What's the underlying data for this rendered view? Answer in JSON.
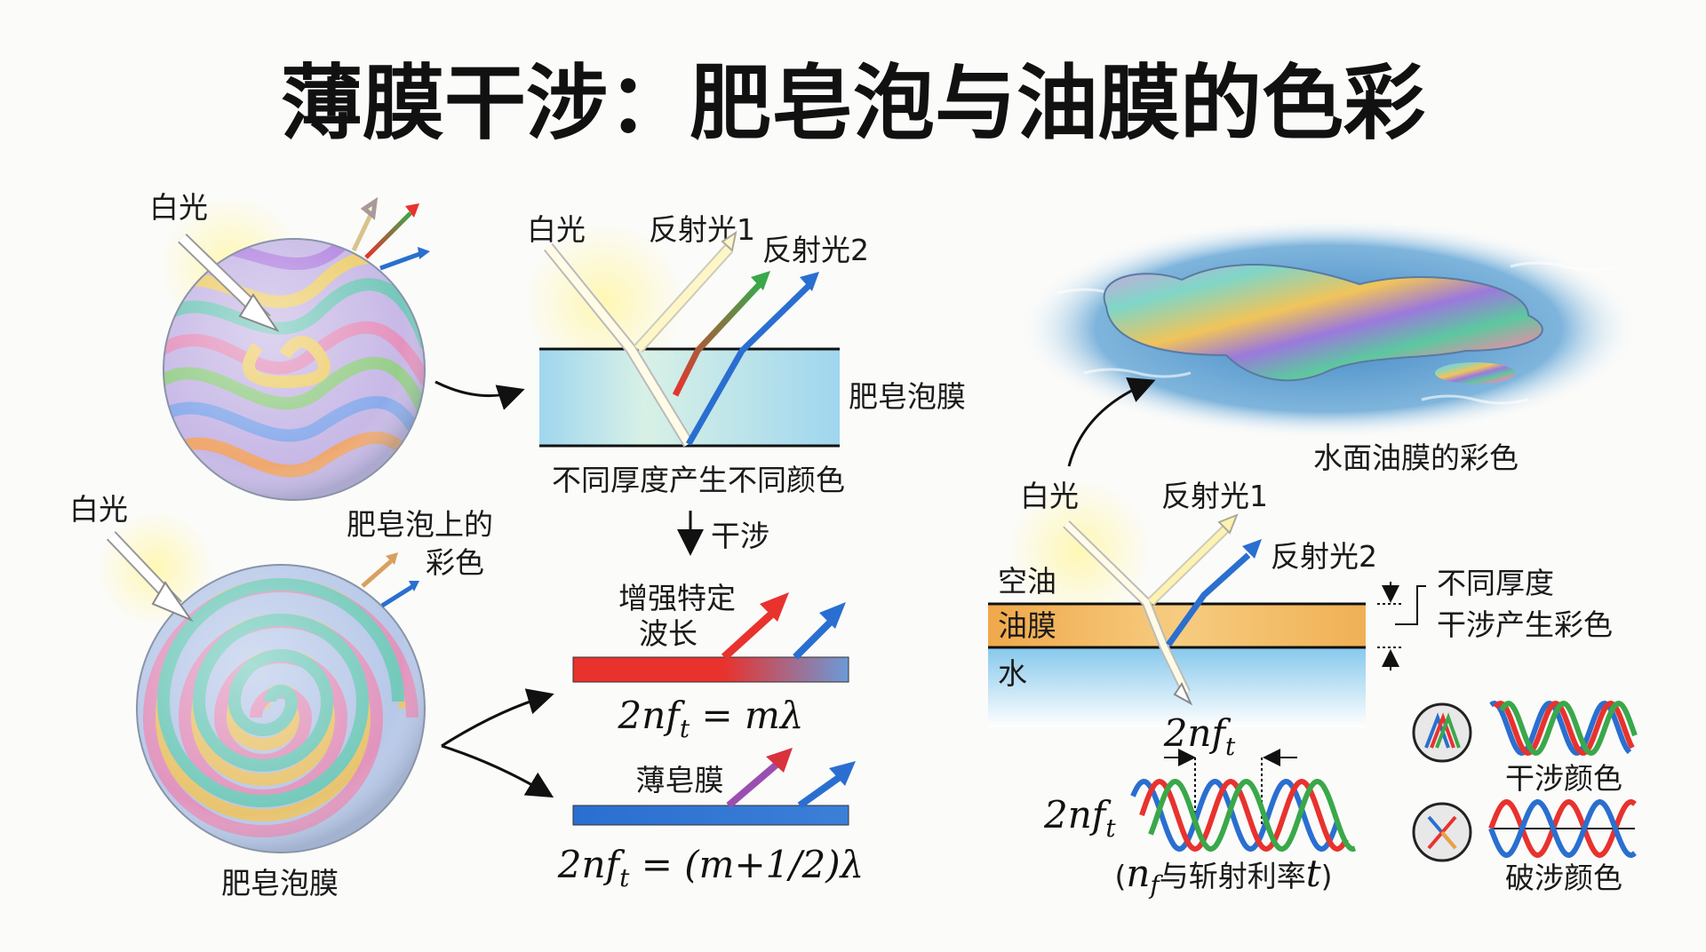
{
  "title": "薄膜干涉：肥皂泡与油膜的色彩",
  "bubble_section": {
    "top_white_light": "白光",
    "bottom_white_light": "白光",
    "bubble_color_label_1": "肥皂泡上的",
    "bubble_color_label_2": "彩色",
    "bubble_film_label": "肥皂泡膜"
  },
  "soap_film_diagram": {
    "white_light": "白光",
    "reflected_1": "反射光1",
    "reflected_2": "反射光2",
    "film_label": "肥皂泡膜",
    "caption": "不同厚度产生不同颜色",
    "interference_label": "干涉",
    "constructive_label_1": "增强特定",
    "constructive_label_2": "波长",
    "constructive_formula": {
      "a": "2nf",
      "sub": "t",
      "b": " = mλ"
    },
    "thin_film_label": "薄皂膜",
    "destructive_formula": {
      "a": "2nf",
      "sub": "t",
      "b": " = (m+1/2)λ"
    }
  },
  "oil_section": {
    "puddle_caption": "水面油膜的彩色",
    "white_light": "白光",
    "reflected_1": "反射光1",
    "reflected_2": "反射光2",
    "layer_air": "空油",
    "layer_oil": "油膜",
    "layer_water": "水",
    "thickness_label_1": "不同厚度",
    "thickness_label_2": "干涉产生彩色",
    "path_top": {
      "a": "2nf",
      "sub": "t"
    },
    "path_left": {
      "a": "2nf",
      "sub": "t"
    },
    "wave_caption": {
      "open": "(",
      "n": "n",
      "sub": "f",
      "text": "与斩射利率",
      "t": "t",
      "close": ")"
    },
    "legend_constructive": "干涉颜色",
    "legend_destructive": "破涉颜色"
  },
  "colors": {
    "red": "#e8322e",
    "green": "#3aa84a",
    "blue": "#2a6fd0",
    "film": "#a8dcef",
    "oil": "#f0b055",
    "water": "#8ccbed"
  }
}
